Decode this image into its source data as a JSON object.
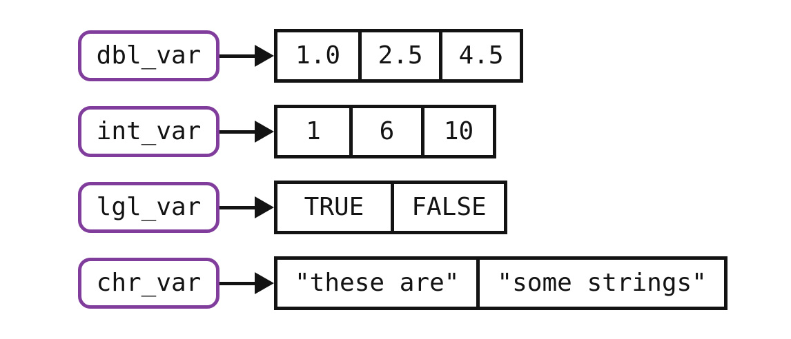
{
  "colors": {
    "label_border": "#813d9c",
    "box_border": "#131313",
    "text": "#131313",
    "background": "#ffffff"
  },
  "icons": {
    "arrow": "solid-right-arrow"
  },
  "rows": [
    {
      "label": "dbl_var",
      "cells": [
        "1.0",
        "2.5",
        "4.5"
      ]
    },
    {
      "label": "int_var",
      "cells": [
        "1",
        "6",
        "10"
      ]
    },
    {
      "label": "lgl_var",
      "cells": [
        "TRUE",
        "FALSE"
      ]
    },
    {
      "label": "chr_var",
      "cells": [
        "\"these are\"",
        "\"some strings\""
      ]
    }
  ]
}
